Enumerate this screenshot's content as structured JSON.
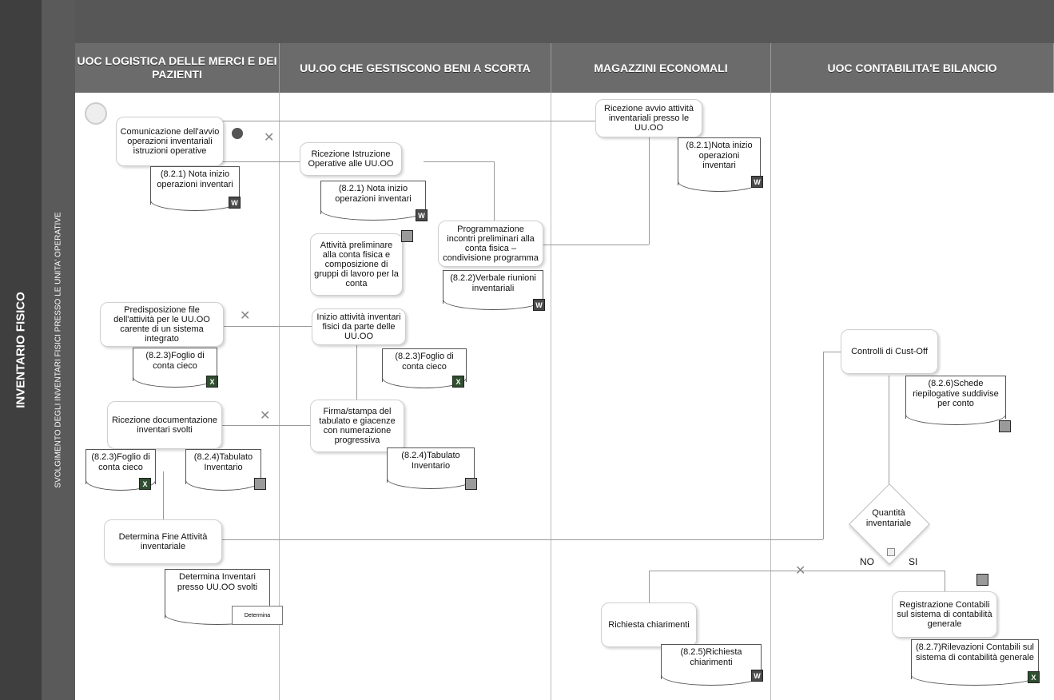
{
  "left_bar_title": "INVENTARIO FISICO",
  "left_bar_subtitle": "SVOLGIMENTO DEGLI INVENTARI FISICI PRESSO LE UNITA' OPERATIVE",
  "lanes": [
    {
      "title": "UOC LOGISTICA DELLE MERCI E DEI PAZIENTI"
    },
    {
      "title": "UU.OO CHE GESTISCONO BENI A SCORTA"
    },
    {
      "title": "MAGAZZINI ECONOMALI"
    },
    {
      "title": "UOC CONTABILITA'E BILANCIO"
    }
  ],
  "activities": {
    "comunicazione": "Comunicazione dell'avvio operazioni inventariali istruzioni operative",
    "ricezione_istruzione": "Ricezione Istruzione Operative alle UU.OO",
    "ricezione_avvio": "Ricezione avvio attività inventariali presso le UU.OO",
    "programmazione": "Programmazione incontri preliminari alla conta fisica – condivisione programma",
    "attivita_preliminare": "Attività preliminare alla conta fisica e composizione di gruppi di lavoro per la conta",
    "predisposizione": "Predisposizione file dell'attività per le UU.OO carente di un sistema integrato",
    "inizio_attivita": "Inizio attività inventari fisici da parte delle UU.OO",
    "controlli": "Controlli di Cust-Off",
    "ricezione_doc": "Ricezione documentazione inventari svolti",
    "firma": "Firma/stampa del tabulato e giacenze con numerazione progressiva",
    "determina_fine": "Determina Fine Attività inventariale",
    "richiesta": "Richiesta chiarimenti",
    "registrazione": "Registrazione Contabili sul sistema di contabilità generale"
  },
  "documents": {
    "nota_1": "(8.2.1) Nota inizio operazioni inventari",
    "nota_2": "(8.2.1) Nota inizio operazioni inventari",
    "nota_3": "(8.2.1)Nota inizio operazioni inventari",
    "verbale": "(8.2.2)Verbale riunioni inventariali",
    "foglio_1": "(8.2.3)Foglio di conta cieco",
    "foglio_2": "(8.2.3)Foglio di conta cieco",
    "foglio_3": "(8.2.3)Foglio di conta cieco",
    "tabulato_1": "(8.2.4)Tabulato Inventario",
    "tabulato_2": "(8.2.4)Tabulato Inventario",
    "schede": "(8.2.6)Schede riepilogative suddivise per conto",
    "determina_inv": "Determina Inventari presso UU.OO svolti",
    "determina_small": "Determina",
    "richiesta_doc": "(8.2.5)Richiesta chiarimenti",
    "rilevazioni": "(8.2.7)Rilevazioni Contabili sul sistema di contabilità generale"
  },
  "decision": {
    "label": "Quantità inventariale",
    "no": "NO",
    "si": "SI"
  },
  "icons": [
    "word-icon",
    "excel-icon",
    "note-icon",
    "person-icon",
    "cross-icon"
  ]
}
